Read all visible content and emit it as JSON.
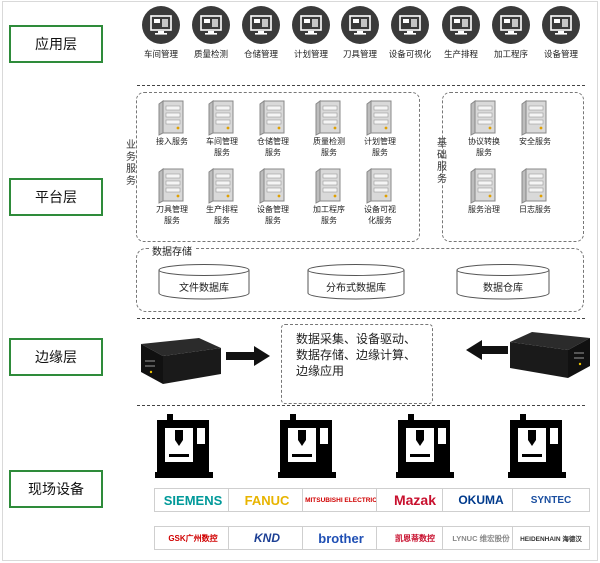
{
  "layers": {
    "application": "应用层",
    "platform": "平台层",
    "edge": "边缘层",
    "field": "现场设备"
  },
  "applications": [
    {
      "label": "车间管理",
      "icon": "monitor-icon"
    },
    {
      "label": "质量检测",
      "icon": "monitor-icon"
    },
    {
      "label": "仓储管理",
      "icon": "monitor-icon"
    },
    {
      "label": "计划管理",
      "icon": "monitor-icon"
    },
    {
      "label": "刀具管理",
      "icon": "monitor-icon"
    },
    {
      "label": "设备可视化",
      "icon": "monitor-icon"
    },
    {
      "label": "生产排程",
      "icon": "monitor-icon"
    },
    {
      "label": "加工程序",
      "icon": "monitor-icon"
    },
    {
      "label": "设备管理",
      "icon": "monitor-icon"
    }
  ],
  "business_services": {
    "title": "业务服务",
    "items": [
      {
        "line1": "接入服务",
        "line2": ""
      },
      {
        "line1": "车间管理",
        "line2": "服务"
      },
      {
        "line1": "仓储管理",
        "line2": "服务"
      },
      {
        "line1": "质量检测",
        "line2": "服务"
      },
      {
        "line1": "计划管理",
        "line2": "服务"
      },
      {
        "line1": "刀具管理",
        "line2": "服务"
      },
      {
        "line1": "生产排程",
        "line2": "服务"
      },
      {
        "line1": "设备管理",
        "line2": "服务"
      },
      {
        "line1": "加工程序",
        "line2": "服务"
      },
      {
        "line1": "设备可视",
        "line2": "化服务"
      }
    ]
  },
  "base_services": {
    "title": "基础服务",
    "items": [
      {
        "line1": "协议转换",
        "line2": "服务"
      },
      {
        "line1": "安全服务",
        "line2": ""
      },
      {
        "line1": "服务治理",
        "line2": ""
      },
      {
        "line1": "日志服务",
        "line2": ""
      }
    ]
  },
  "data_storage": {
    "title": "数据存储",
    "items": [
      "文件数据库",
      "分布式数据库",
      "数据仓库"
    ]
  },
  "edge": {
    "lines": [
      "数据采集、设备驱动、",
      "数据存储、边缘计算、",
      "边缘应用"
    ]
  },
  "brands": [
    {
      "name": "SIEMENS",
      "color": "#009999"
    },
    {
      "name": "FANUC",
      "color": "#e8b400"
    },
    {
      "name": "MITSUBISHI ELECTRIC",
      "color": "#d00000"
    },
    {
      "name": "Mazak",
      "color": "#c8102e"
    },
    {
      "name": "OKUMA",
      "color": "#003a8c"
    },
    {
      "name": "SYNTEC",
      "color": "#1b4fa0"
    },
    {
      "name": "GSK广州数控",
      "color": "#d00000"
    },
    {
      "name": "KND",
      "color": "#1c3f94"
    },
    {
      "name": "brother",
      "color": "#1f4fb4"
    },
    {
      "name": "凯恩蒂数控",
      "color": "#c8102e"
    },
    {
      "name": "LYNUC 维宏股份",
      "color": "#888888"
    },
    {
      "name": "HEIDENHAIN 海德汉",
      "color": "#333333"
    }
  ]
}
